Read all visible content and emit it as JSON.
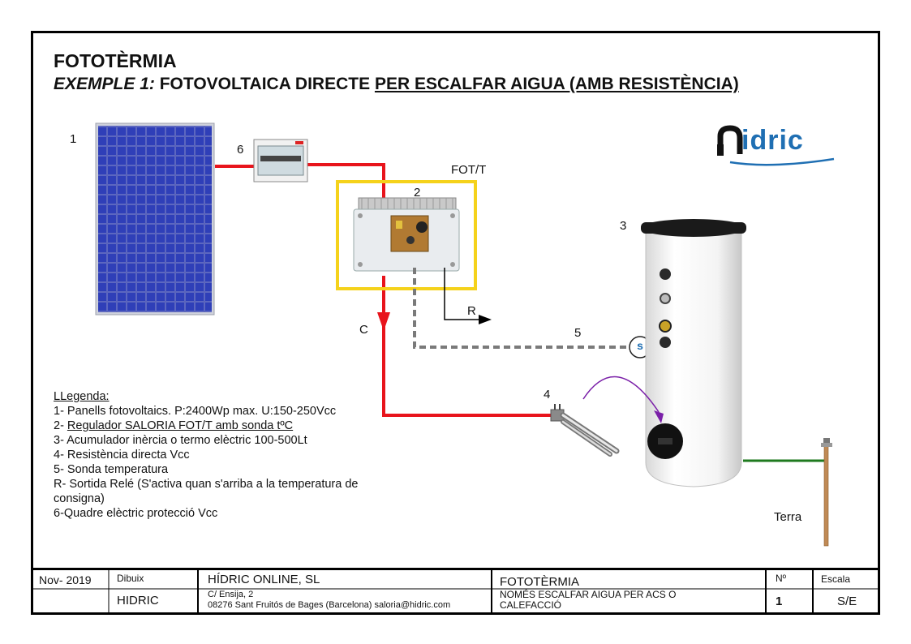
{
  "header": {
    "title": "FOTOTÈRMIA",
    "subtitle_prefix": "EXEMPLE 1:",
    "subtitle_main": "FOTOVOLTAICA DIRECTE ",
    "subtitle_underlined": "PER ESCALFAR AIGUA (AMB RESISTÈNCIA)"
  },
  "labels": {
    "n1": "1",
    "n2": "2",
    "n3": "3",
    "n4": "4",
    "n5": "5",
    "n6": "6",
    "fot_t": "FOT/T",
    "r": "R",
    "c": "C",
    "s": "s",
    "terra": "Terra"
  },
  "logo": {
    "text": "idric"
  },
  "legend": {
    "title": "LLegenda:",
    "items": [
      "1- Panells fotovoltaics. P:2400Wp max. U:150-250Vcc",
      "2- Regulador SALORIA FOT/T amb sonda tºC",
      "3- Acumulador inèrcia o termo elèctric 100-500Lt",
      "4- Resistència directa Vcc",
      "5- Sonda temperatura",
      "R- Sortida Relé (S'activa quan s'arriba a la temperatura de consigna)",
      "6-Quadre elèctric protecció Vcc"
    ],
    "item2_prefix": "2- ",
    "item2_underlined": "Regulador SALORIA FOT/T amb sonda tºC"
  },
  "title_block": {
    "date": "Nov- 2019",
    "dibuix_label": "Dibuix",
    "dibuix_value": "HIDRIC",
    "company": "HÍDRIC ONLINE, SL",
    "address1": "C/ Ensija, 2",
    "address2": "08276 Sant Fruitós de Bages (Barcelona)  saloria@hidric.com",
    "project": "FOTOTÈRMIA",
    "description": "NOMÉS ESCALFAR AIGUA PER ACS O CALEFACCIÓ",
    "num_label": "Nº",
    "num_value": "1",
    "scale_label": "Escala",
    "scale_value": "S/E"
  },
  "colors": {
    "dc_line": "#e8141c",
    "sensor_line": "#7a7a7a",
    "earth_line": "#1e7a1e",
    "controller_box": "#f5d21b",
    "arrow": "#7a1fa8",
    "logo_blue": "#1f6fb3"
  }
}
